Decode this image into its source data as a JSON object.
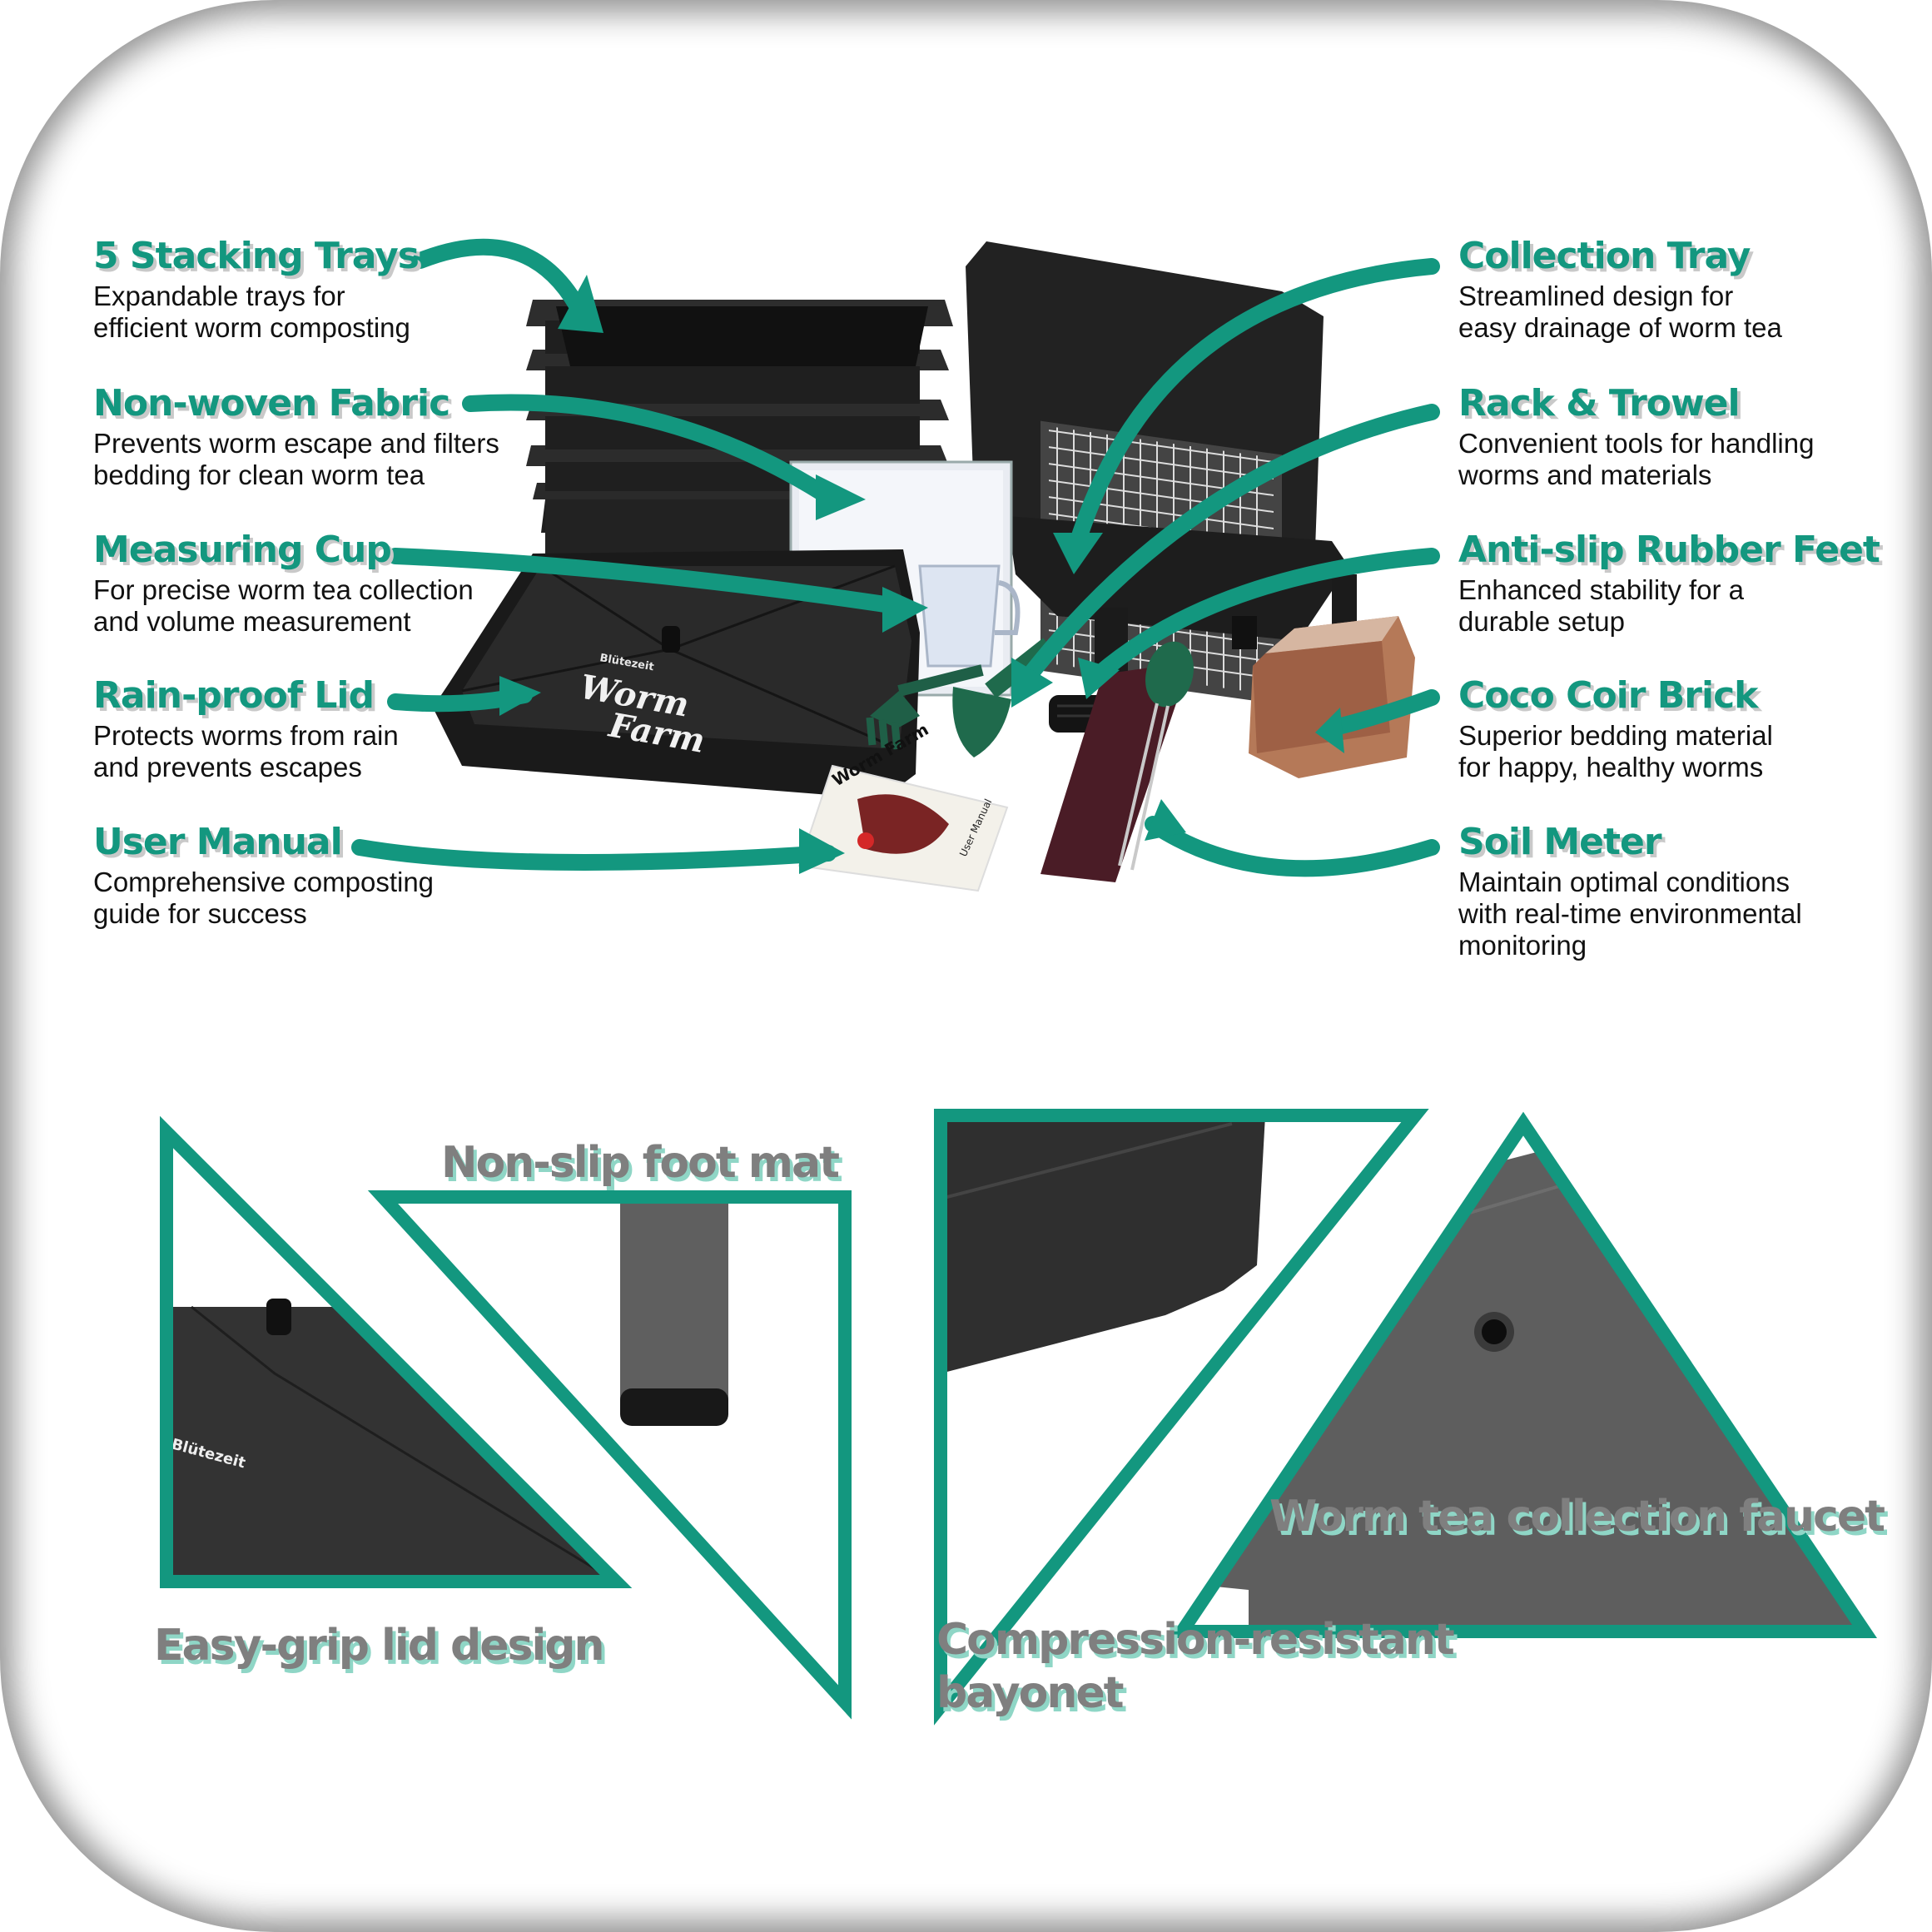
{
  "accent_color": "#13977f",
  "brand": "Blütezeit",
  "product": "Worm Farm",
  "features_left": [
    {
      "title": "5 Stacking Trays",
      "desc": "Expandable trays for\nefficient worm composting"
    },
    {
      "title": "Non-woven Fabric",
      "desc": "Prevents worm escape and filters\nbedding for clean worm tea"
    },
    {
      "title": "Measuring Cup",
      "desc": "For precise worm tea collection\nand volume measurement"
    },
    {
      "title": "Rain-proof Lid",
      "desc": "Protects worms from rain\nand prevents escapes"
    },
    {
      "title": "User Manual",
      "desc": "Comprehensive composting\nguide for success"
    }
  ],
  "features_right": [
    {
      "title": "Collection Tray",
      "desc": "Streamlined design for\neasy drainage of worm tea"
    },
    {
      "title": "Rack & Trowel",
      "desc": "Convenient tools for handling\nworms and materials"
    },
    {
      "title": "Anti-slip Rubber Feet",
      "desc": "Enhanced stability for a\ndurable setup"
    },
    {
      "title": "Coco Coir Brick",
      "desc": "Superior bedding material\nfor happy, healthy worms"
    },
    {
      "title": "Soil Meter",
      "desc": "Maintain optimal conditions\nwith real-time environmental\nmonitoring"
    }
  ],
  "lid_brand": "Blütezeit",
  "lid_text_1": "Worm",
  "lid_text_2": "Farm",
  "manual_title": "Worm Farm",
  "manual_subtitle": "User Manual",
  "details": [
    {
      "caption": "Non-slip foot mat"
    },
    {
      "caption": "Easy-grip lid design"
    },
    {
      "caption": "Compression-resistant\nbayonet"
    },
    {
      "caption": "Worm tea collection faucet"
    }
  ]
}
